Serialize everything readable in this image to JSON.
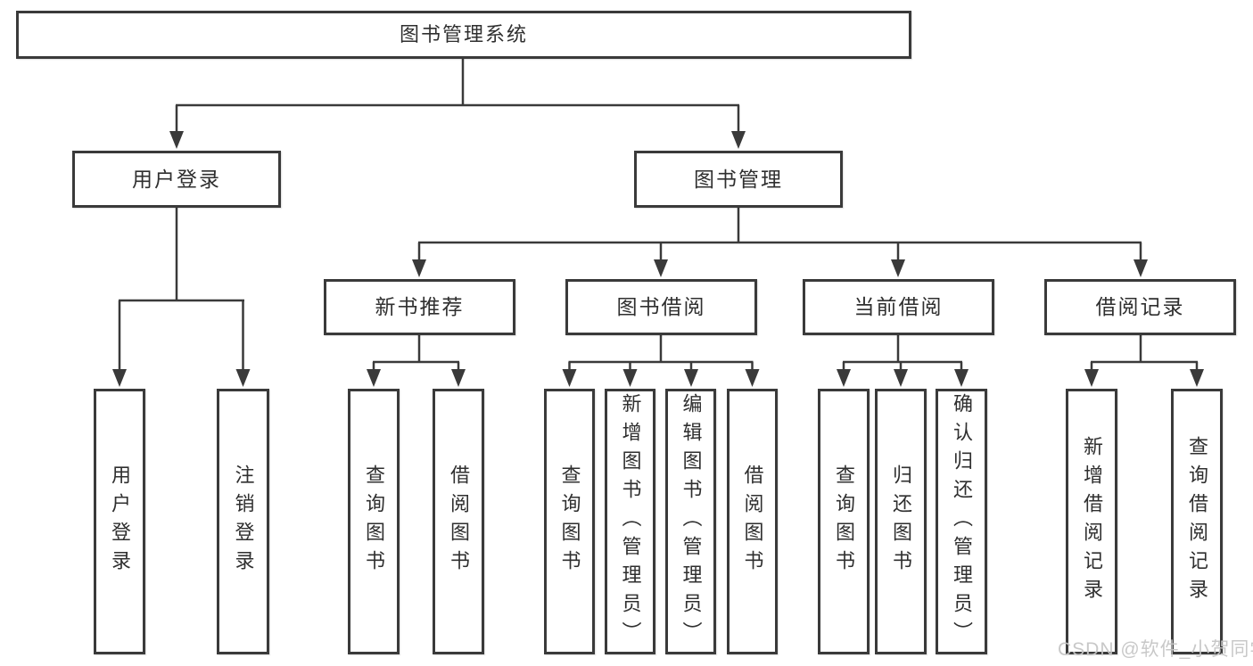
{
  "tree": {
    "root": {
      "label": "图书管理系统"
    },
    "branches": [
      {
        "label": "用户登录",
        "children": [
          {
            "label": "用户登录"
          },
          {
            "label": "注销登录"
          }
        ]
      },
      {
        "label": "图书管理",
        "children": [
          {
            "label": "新书推荐",
            "children": [
              {
                "label": "查询图书"
              },
              {
                "label": "借阅图书"
              }
            ]
          },
          {
            "label": "图书借阅",
            "children": [
              {
                "label": "查询图书"
              },
              {
                "label": "新增图书（管理员）"
              },
              {
                "label": "编辑图书（管理员）"
              },
              {
                "label": "借阅图书"
              }
            ]
          },
          {
            "label": "当前借阅",
            "children": [
              {
                "label": "查询图书"
              },
              {
                "label": "归还图书"
              },
              {
                "label": "确认归还（管理员）"
              }
            ]
          },
          {
            "label": "借阅记录",
            "children": [
              {
                "label": "新增借阅记录"
              },
              {
                "label": "查询借阅记录"
              }
            ]
          }
        ]
      }
    ]
  },
  "watermark": {
    "text": "CSDN @软件_小贺同学"
  },
  "colors": {
    "line": "#3a3a3a",
    "box_border": "#3a3a3a",
    "text": "#2f2f2f",
    "watermark": "#c6c6c6",
    "background": "#ffffff"
  }
}
